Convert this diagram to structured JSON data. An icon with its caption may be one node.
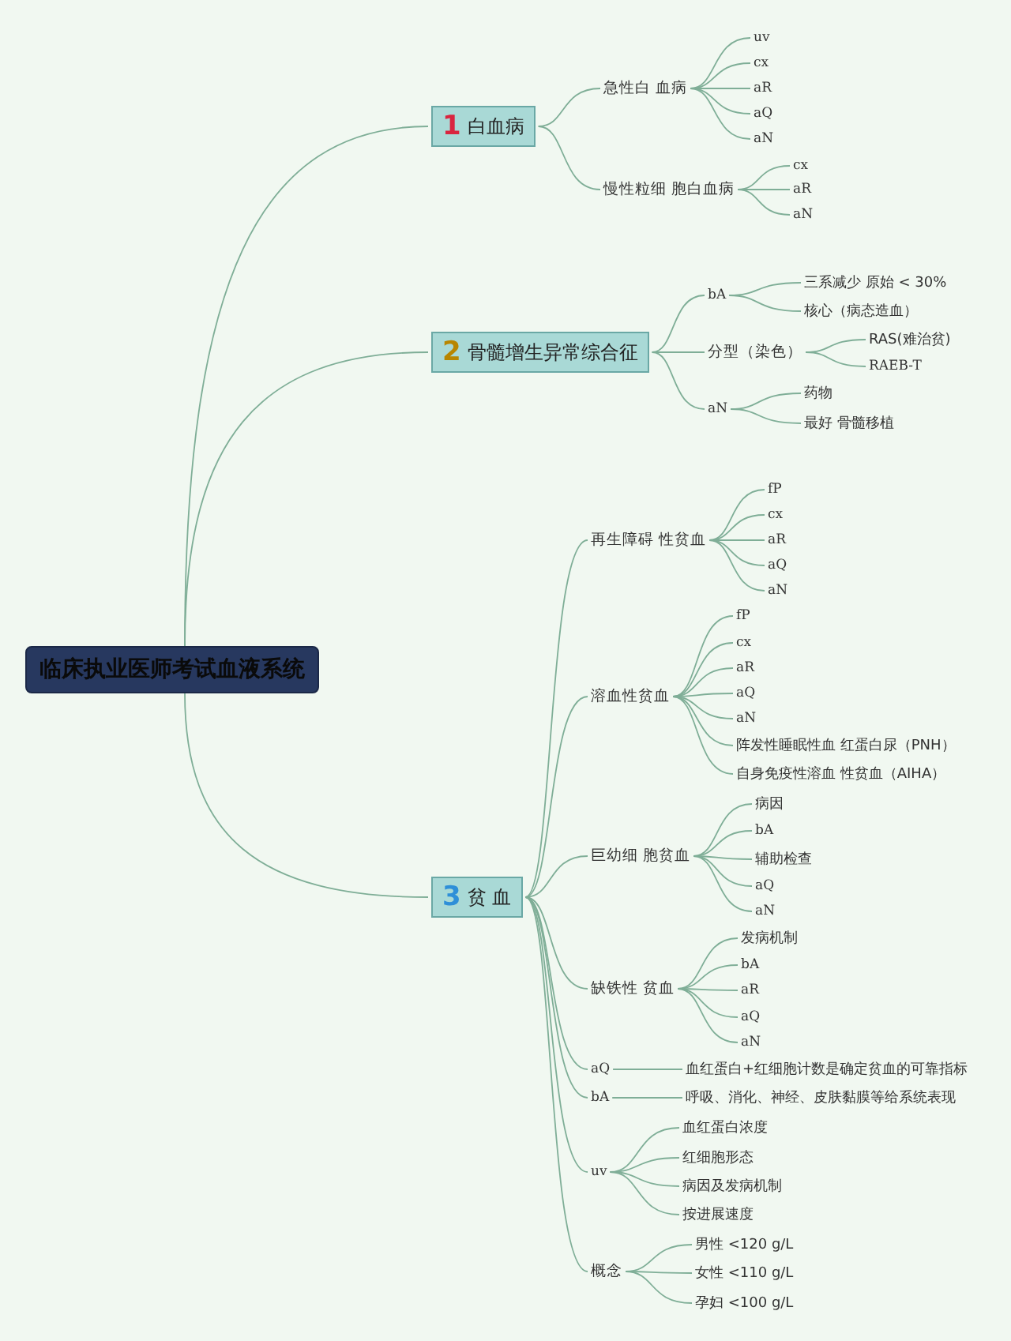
{
  "diagram": {
    "nodes": [
      {
        "text": [
          "临床执业医师考试血液系统"
        ]
      },
      {
        "text": [
          "1",
          "白血病"
        ]
      },
      {
        "text": [
          "急性白 血病"
        ]
      },
      {
        "text": [
          "uv"
        ]
      },
      {
        "text": [
          "cx"
        ]
      },
      {
        "text": [
          "aR"
        ]
      },
      {
        "text": [
          "aQ"
        ]
      },
      {
        "text": [
          "aN"
        ]
      },
      {
        "text": [
          "慢性粒细 胞白血病"
        ]
      },
      {
        "text": [
          "cx"
        ]
      },
      {
        "text": [
          "aR"
        ]
      },
      {
        "text": [
          "aN"
        ]
      },
      {
        "text": [
          "2",
          "骨髓增生异常综合征"
        ]
      },
      {
        "text": [
          "bA"
        ]
      },
      {
        "text": [
          "三系减少 原始 < 30%"
        ]
      },
      {
        "text": [
          "核心（病态造血）"
        ]
      },
      {
        "text": [
          "分型（染色）"
        ]
      },
      {
        "text": [
          "RAS(难治贫)"
        ]
      },
      {
        "text": [
          "RAEB-T"
        ]
      },
      {
        "text": [
          "aN"
        ]
      },
      {
        "text": [
          "药物"
        ]
      },
      {
        "text": [
          "最好 骨髓移植"
        ]
      },
      {
        "text": [
          "3",
          "贫 血"
        ]
      },
      {
        "text": [
          "再生障碍 性贫血"
        ]
      },
      {
        "text": [
          "fP"
        ]
      },
      {
        "text": [
          "cx"
        ]
      },
      {
        "text": [
          "aR"
        ]
      },
      {
        "text": [
          "aQ"
        ]
      },
      {
        "text": [
          "aN"
        ]
      },
      {
        "text": [
          "溶血性贫血"
        ]
      },
      {
        "text": [
          "fP"
        ]
      },
      {
        "text": [
          "cx"
        ]
      },
      {
        "text": [
          "aR"
        ]
      },
      {
        "text": [
          "aQ"
        ]
      },
      {
        "text": [
          "aN"
        ]
      },
      {
        "text": [
          "阵发性睡眠性血 红蛋白尿（PNH）"
        ]
      },
      {
        "text": [
          "自身免疫性溶血 性贫血（AIHA）"
        ]
      },
      {
        "text": [
          "巨幼细 胞贫血"
        ]
      },
      {
        "text": [
          "病因"
        ]
      },
      {
        "text": [
          "bA"
        ]
      },
      {
        "text": [
          "辅助检查"
        ]
      },
      {
        "text": [
          "aQ"
        ]
      },
      {
        "text": [
          "aN"
        ]
      },
      {
        "text": [
          "缺铁性 贫血"
        ]
      },
      {
        "text": [
          "发病机制"
        ]
      },
      {
        "text": [
          "bA"
        ]
      },
      {
        "text": [
          "aR"
        ]
      },
      {
        "text": [
          "aQ"
        ]
      },
      {
        "text": [
          "aN"
        ]
      },
      {
        "text": [
          "aQ"
        ]
      },
      {
        "text": [
          "血红蛋白+红细胞计数是确定贫血的可靠指标"
        ]
      },
      {
        "text": [
          "bA"
        ]
      },
      {
        "text": [
          "呼吸、消化、神经、皮肤黏膜等给系统表现"
        ]
      },
      {
        "text": [
          "uv"
        ]
      },
      {
        "text": [
          "血红蛋白浓度"
        ]
      },
      {
        "text": [
          "红细胞形态"
        ]
      },
      {
        "text": [
          "病因及发病机制"
        ]
      },
      {
        "text": [
          "按进展速度"
        ]
      },
      {
        "text": [
          "概念"
        ]
      },
      {
        "text": [
          "男性 <120 g/L"
        ]
      },
      {
        "text": [
          "女性 <110 g/L"
        ]
      },
      {
        "text": [
          "孕妇 <100 g/L"
        ]
      }
    ],
    "edges": [
      {
        "from": 0,
        "to": 1,
        "arrow": "none"
      },
      {
        "from": 1,
        "to": 2,
        "arrow": "none"
      },
      {
        "from": 2,
        "to": 3,
        "arrow": "none"
      },
      {
        "from": 2,
        "to": 4,
        "arrow": "none"
      },
      {
        "from": 2,
        "to": 5,
        "arrow": "none"
      },
      {
        "from": 2,
        "to": 6,
        "arrow": "none"
      },
      {
        "from": 2,
        "to": 7,
        "arrow": "none"
      },
      {
        "from": 1,
        "to": 8,
        "arrow": "none"
      },
      {
        "from": 8,
        "to": 9,
        "arrow": "none"
      },
      {
        "from": 8,
        "to": 10,
        "arrow": "none"
      },
      {
        "from": 8,
        "to": 11,
        "arrow": "none"
      },
      {
        "from": 0,
        "to": 12,
        "arrow": "none"
      },
      {
        "from": 12,
        "to": 13,
        "arrow": "none"
      },
      {
        "from": 13,
        "to": 14,
        "arrow": "none"
      },
      {
        "from": 13,
        "to": 15,
        "arrow": "none"
      },
      {
        "from": 12,
        "to": 16,
        "arrow": "none"
      },
      {
        "from": 16,
        "to": 17,
        "arrow": "none"
      },
      {
        "from": 16,
        "to": 18,
        "arrow": "none"
      },
      {
        "from": 12,
        "to": 19,
        "arrow": "none"
      },
      {
        "from": 19,
        "to": 20,
        "arrow": "none"
      },
      {
        "from": 19,
        "to": 21,
        "arrow": "none"
      },
      {
        "from": 0,
        "to": 22,
        "arrow": "none"
      },
      {
        "from": 22,
        "to": 23,
        "arrow": "none"
      },
      {
        "from": 23,
        "to": 24,
        "arrow": "none"
      },
      {
        "from": 23,
        "to": 25,
        "arrow": "none"
      },
      {
        "from": 23,
        "to": 26,
        "arrow": "none"
      },
      {
        "from": 23,
        "to": 27,
        "arrow": "none"
      },
      {
        "from": 23,
        "to": 28,
        "arrow": "none"
      },
      {
        "from": 22,
        "to": 29,
        "arrow": "none"
      },
      {
        "from": 29,
        "to": 30,
        "arrow": "none"
      },
      {
        "from": 29,
        "to": 31,
        "arrow": "none"
      },
      {
        "from": 29,
        "to": 32,
        "arrow": "none"
      },
      {
        "from": 29,
        "to": 33,
        "arrow": "none"
      },
      {
        "from": 29,
        "to": 34,
        "arrow": "none"
      },
      {
        "from": 29,
        "to": 35,
        "arrow": "none"
      },
      {
        "from": 29,
        "to": 36,
        "arrow": "none"
      },
      {
        "from": 22,
        "to": 37,
        "arrow": "none"
      },
      {
        "from": 37,
        "to": 38,
        "arrow": "none"
      },
      {
        "from": 37,
        "to": 39,
        "arrow": "none"
      },
      {
        "from": 37,
        "to": 40,
        "arrow": "none"
      },
      {
        "from": 37,
        "to": 41,
        "arrow": "none"
      },
      {
        "from": 37,
        "to": 42,
        "arrow": "none"
      },
      {
        "from": 22,
        "to": 43,
        "arrow": "none"
      },
      {
        "from": 43,
        "to": 44,
        "arrow": "none"
      },
      {
        "from": 43,
        "to": 45,
        "arrow": "none"
      },
      {
        "from": 43,
        "to": 46,
        "arrow": "none"
      },
      {
        "from": 43,
        "to": 47,
        "arrow": "none"
      },
      {
        "from": 43,
        "to": 48,
        "arrow": "none"
      },
      {
        "from": 22,
        "to": 49,
        "arrow": "none"
      },
      {
        "from": 49,
        "to": 50,
        "arrow": "none"
      },
      {
        "from": 22,
        "to": 51,
        "arrow": "none"
      },
      {
        "from": 51,
        "to": 52,
        "arrow": "none"
      },
      {
        "from": 22,
        "to": 53,
        "arrow": "none"
      },
      {
        "from": 53,
        "to": 54,
        "arrow": "none"
      },
      {
        "from": 53,
        "to": 55,
        "arrow": "none"
      },
      {
        "from": 53,
        "to": 56,
        "arrow": "none"
      },
      {
        "from": 53,
        "to": 57,
        "arrow": "none"
      },
      {
        "from": 22,
        "to": 58,
        "arrow": "none"
      },
      {
        "from": 58,
        "to": 59,
        "arrow": "none"
      },
      {
        "from": 58,
        "to": 60,
        "arrow": "none"
      },
      {
        "from": 58,
        "to": 61,
        "arrow": "none"
      }
    ]
  }
}
